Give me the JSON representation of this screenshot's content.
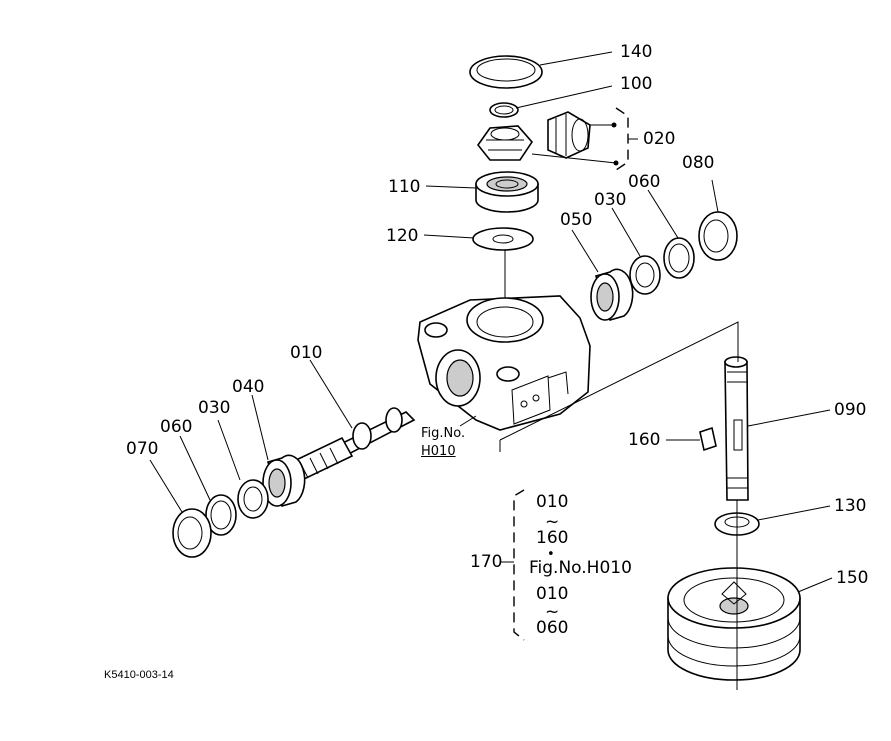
{
  "labels": {
    "p140": "140",
    "p100": "100",
    "p020": "020",
    "p080": "080",
    "p060a": "060",
    "p030a": "030",
    "p110": "110",
    "p120": "120",
    "p050": "050",
    "p010": "010",
    "p040": "040",
    "p030b": "030",
    "p060b": "060",
    "p070": "070",
    "p090": "090",
    "p160": "160",
    "p130": "130",
    "p150": "150",
    "p170": "170"
  },
  "fig_ref": {
    "line1": "Fig.No.",
    "line2": "H010"
  },
  "kit": {
    "from1": "010",
    "tilde1": "~",
    "to1": "160",
    "dot": "•",
    "fig": "Fig.No.H010",
    "from2": "010",
    "tilde2": "~",
    "to2": "060"
  },
  "drawing_code": "K5410-003-14"
}
